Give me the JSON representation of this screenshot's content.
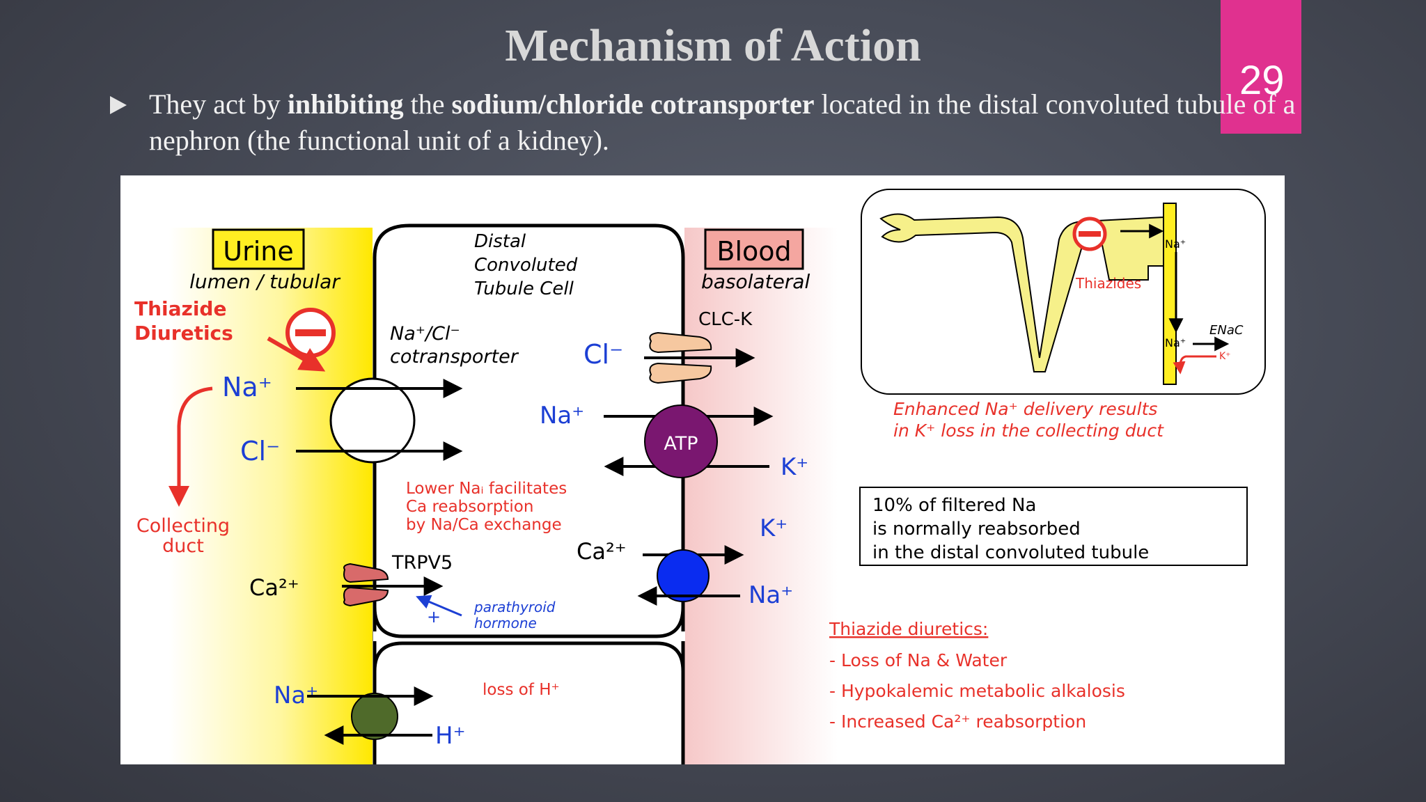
{
  "slide": {
    "title": "Mechanism of Action",
    "page_number": "29",
    "bullet": {
      "prefix": "They act by ",
      "bold1": "inhibiting",
      "mid": " the ",
      "bold2": "sodium/chloride cotransporter",
      "suffix": " located in the distal convoluted tubule of a nephron (the functional unit of a kidney)."
    }
  },
  "diagram": {
    "urine_label": "Urine",
    "urine_sub": "lumen / tubular",
    "thiazide_left_1": "Thiazide",
    "thiazide_left_2": "Diuretics",
    "na_plus": "Na⁺",
    "cl_minus": "Cl⁻",
    "collecting_1": "Collecting",
    "collecting_2": "duct",
    "ca2_plus": "Ca²⁺",
    "dct_1": "Distal",
    "dct_2": "Convoluted",
    "dct_3": "Tubule Cell",
    "cotrans_1": "Na⁺/Cl⁻",
    "cotrans_2": "cotransporter",
    "lower_1": "Lower Naᵢ facilitates",
    "lower_2": "Ca reabsorption",
    "lower_3": "by Na/Ca exchange",
    "trpv5": "TRPV5",
    "pth_1": "parathyroid",
    "pth_2": "hormone",
    "plus": "+",
    "loss_h": "loss of H⁺",
    "h_plus": "H⁺",
    "blood_label": "Blood",
    "blood_sub": "basolateral",
    "clck": "CLC-K",
    "atp": "ATP",
    "k_plus": "K⁺",
    "inset_na": "Na⁺",
    "inset_thiazides": "Thiazides",
    "inset_enac": "ENaC",
    "inset_k": "K⁺",
    "enhanced_1": "Enhanced Na⁺ delivery results",
    "enhanced_2": "in K⁺ loss in the collecting duct",
    "box_1": "10% of filtered Na",
    "box_2": "is normally reabsorbed",
    "box_3": "in the distal convoluted tubule",
    "effects_title": "Thiazide diuretics:",
    "effect_1": "- Loss of Na & Water",
    "effect_2": "- Hypokalemic metabolic alkalosis",
    "effect_3": "- Increased Ca²⁺ reabsorption"
  },
  "colors": {
    "badge": "#e0318f",
    "red_text": "#e8312a",
    "blue_text": "#1c3fd4",
    "atp": "#7a1770",
    "exchanger": "#0a2cf0",
    "hexchanger": "#4f6a2a"
  }
}
